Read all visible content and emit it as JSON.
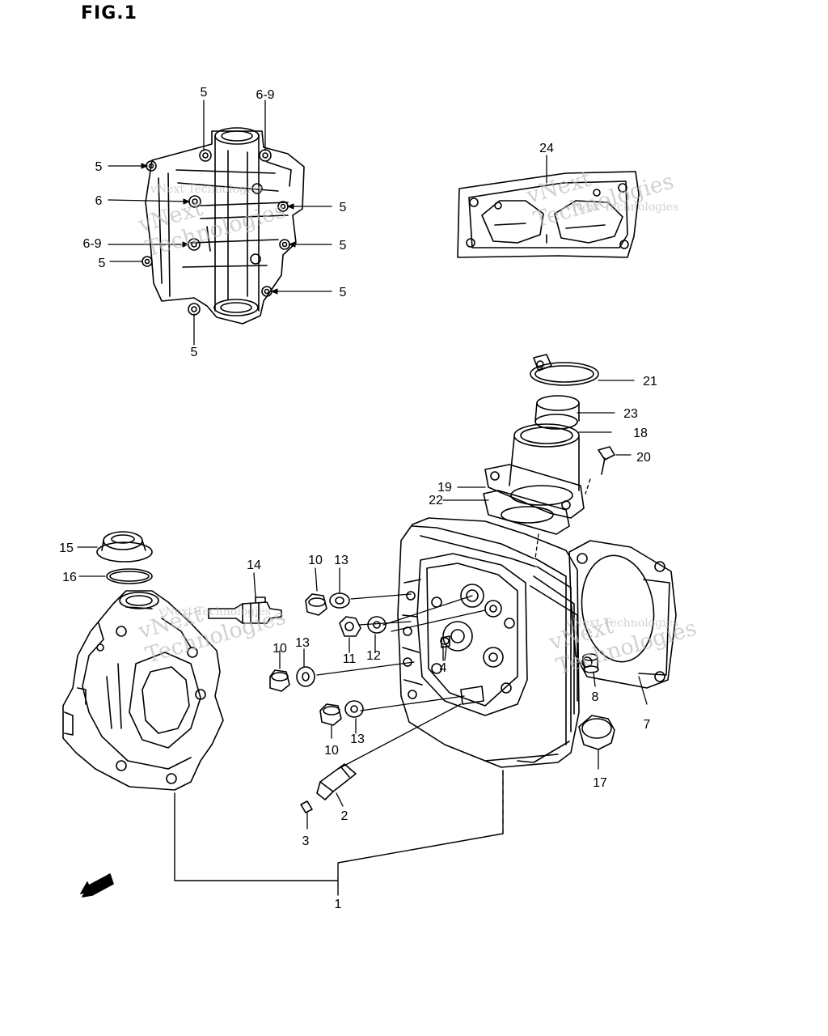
{
  "figure": {
    "title": "FIG.1"
  },
  "watermark": {
    "brand_line1": "vNext",
    "brand_line2": "Technologies",
    "tag": "vNext Technologies"
  },
  "callouts": {
    "c5a": "5",
    "c69a": "6-9",
    "c5b": "5",
    "c6": "6",
    "c5c": "5",
    "c69b": "6-9",
    "c5d": "5",
    "c5e": "5",
    "c5f": "5",
    "c5g": "5",
    "c24": "24",
    "c21": "21",
    "c23": "23",
    "c18": "18",
    "c20": "20",
    "c19": "19",
    "c22": "22",
    "c15": "15",
    "c16": "16",
    "c14": "14",
    "c10a": "10",
    "c13a": "13",
    "c10b": "10",
    "c13b": "13",
    "c11": "11",
    "c12": "12",
    "c4": "4",
    "c10c": "10",
    "c13c": "13",
    "c8": "8",
    "c7": "7",
    "c17": "17",
    "c2": "2",
    "c3": "3",
    "c1": "1"
  },
  "colors": {
    "line": "#000000",
    "watermark": "#b9b9b9",
    "background": "#ffffff"
  }
}
